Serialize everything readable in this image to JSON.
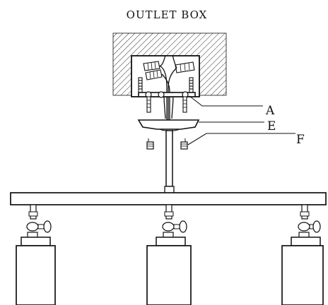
{
  "title": "OUTLET BOX",
  "callouts": {
    "a": "A",
    "e": "E",
    "f": "F"
  },
  "colors": {
    "ink": "#111111",
    "background": "#ffffff"
  }
}
